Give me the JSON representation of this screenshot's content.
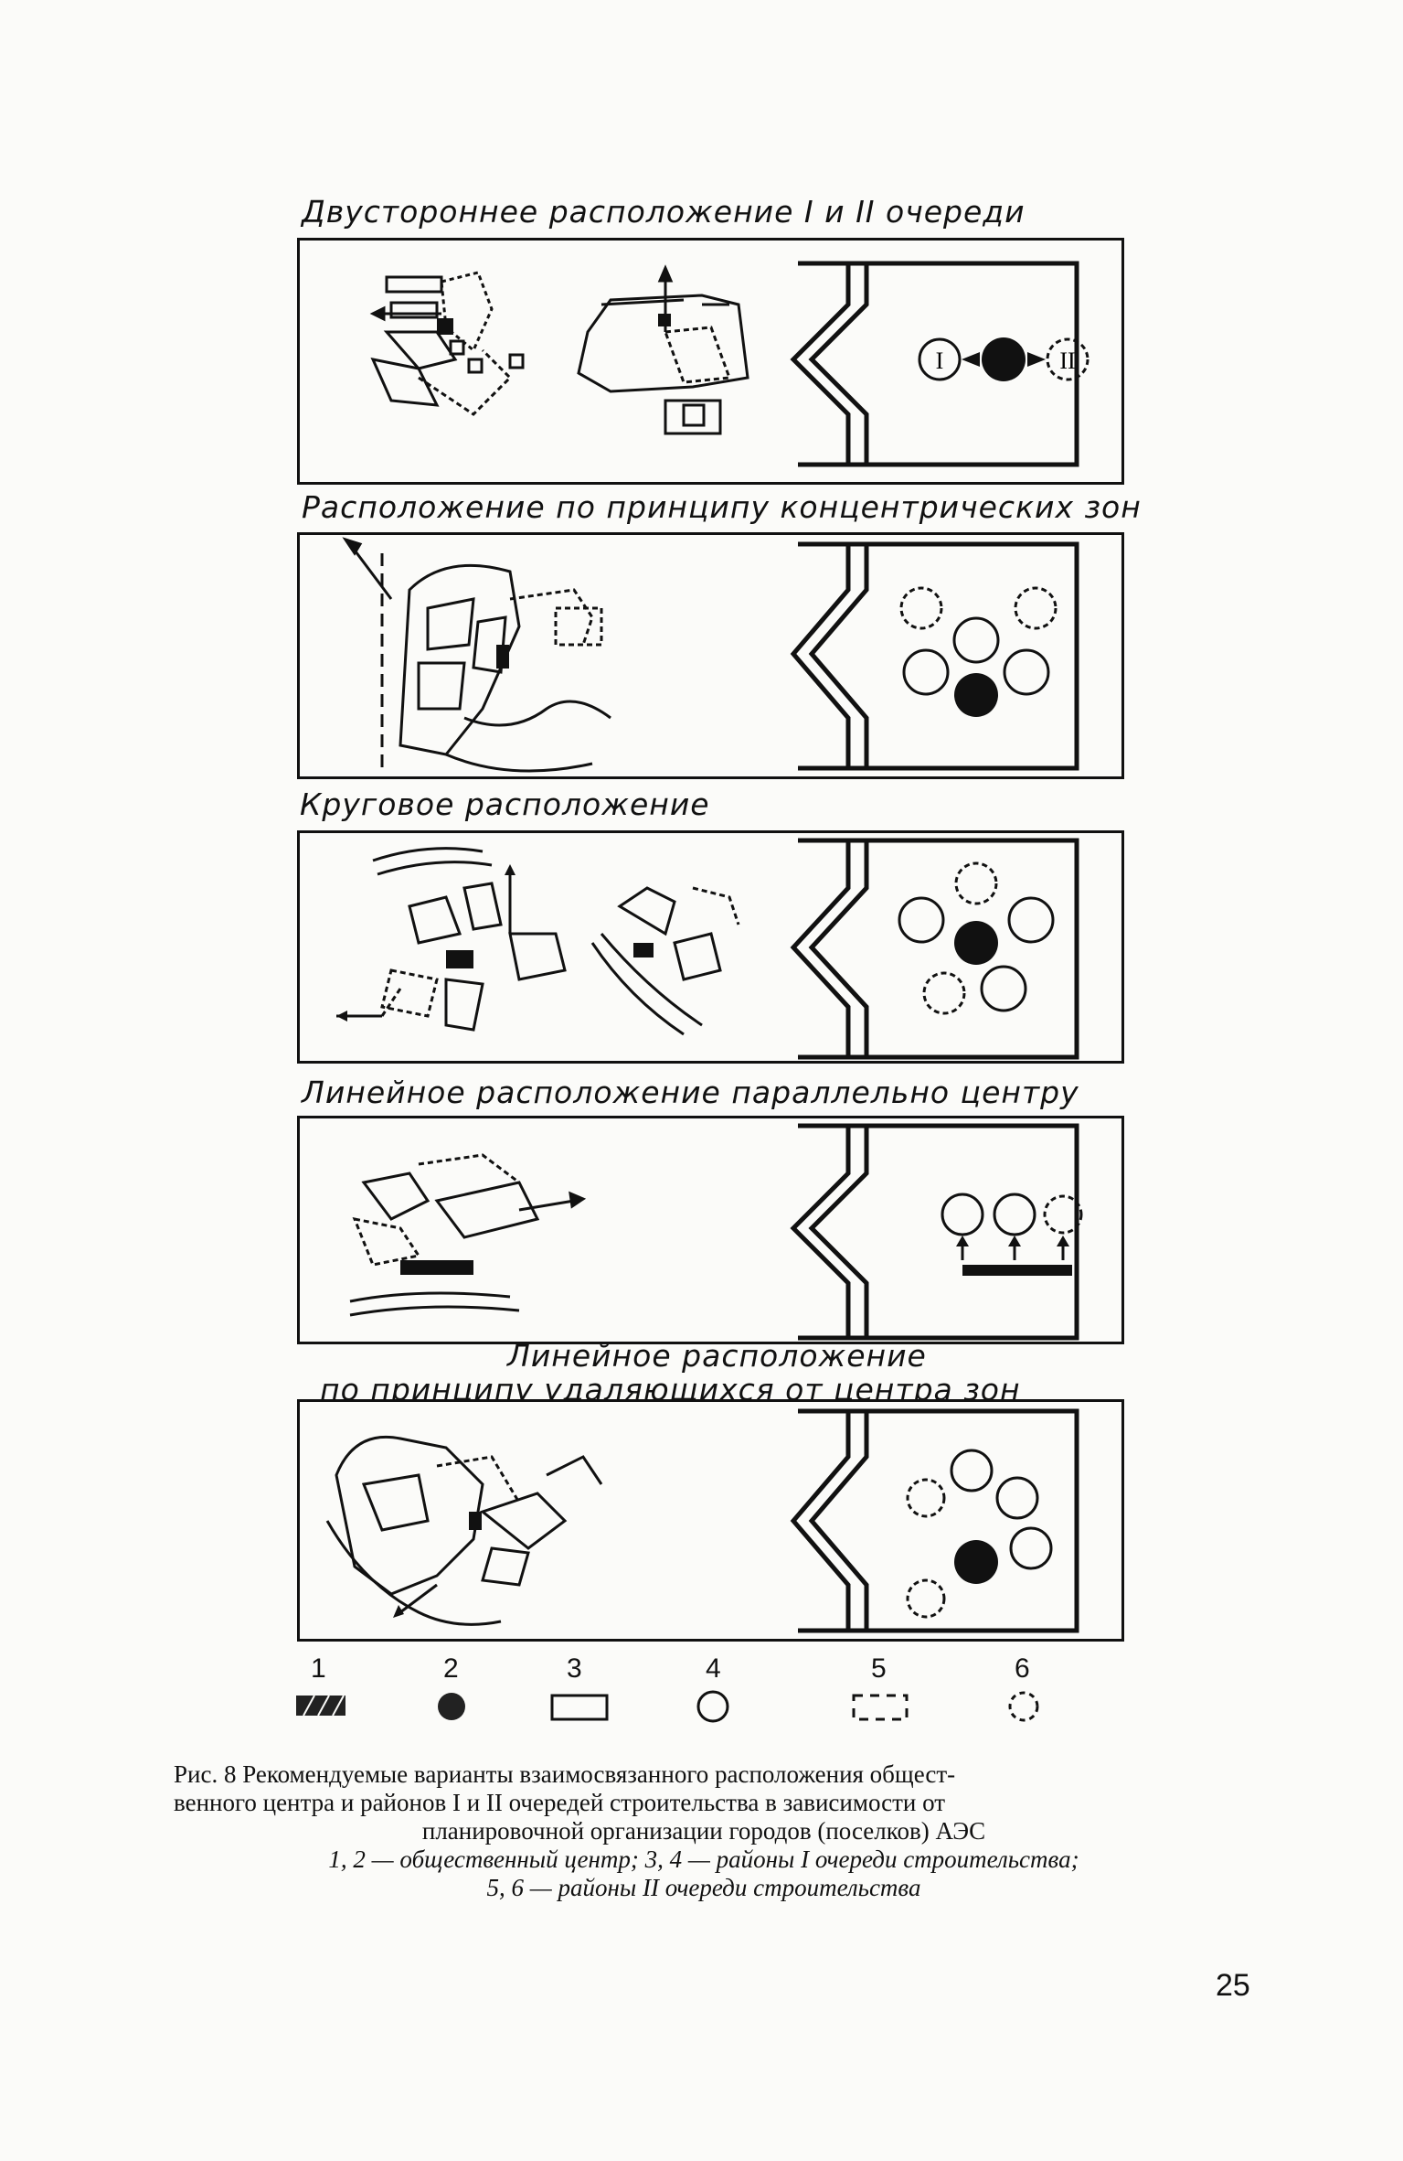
{
  "panels": [
    {
      "title": "Двустороннее расположение I и II очереди",
      "labels": [
        "I",
        "II"
      ]
    },
    {
      "title": "Расположение по принципу концентрических зон"
    },
    {
      "title": "Круговое расположение"
    },
    {
      "title": "Линейное расположение параллельно центру"
    },
    {
      "title_line1": "Линейное расположение",
      "title_line2": "по принципу удаляющихся от центра зон"
    }
  ],
  "legend": [
    {
      "number": "1",
      "icon": "hatched-rect-icon"
    },
    {
      "number": "2",
      "icon": "filled-circle-icon"
    },
    {
      "number": "3",
      "icon": "rect-icon"
    },
    {
      "number": "4",
      "icon": "circle-icon"
    },
    {
      "number": "5",
      "icon": "dashed-rect-icon"
    },
    {
      "number": "6",
      "icon": "dashed-circle-icon"
    }
  ],
  "caption": {
    "line1": "Рис. 8 Рекомендуемые варианты взаимосвязанного расположения общест-",
    "line2": "венного центра и районов I и II очередей строительства в зависимости от",
    "line3": "планировочной организации городов (поселков) АЭС",
    "line4": "1, 2 — общественный центр; 3, 4 — районы I очереди строительства;",
    "line5": "5, 6 — районы II очереди строительства"
  },
  "page_number": "25"
}
